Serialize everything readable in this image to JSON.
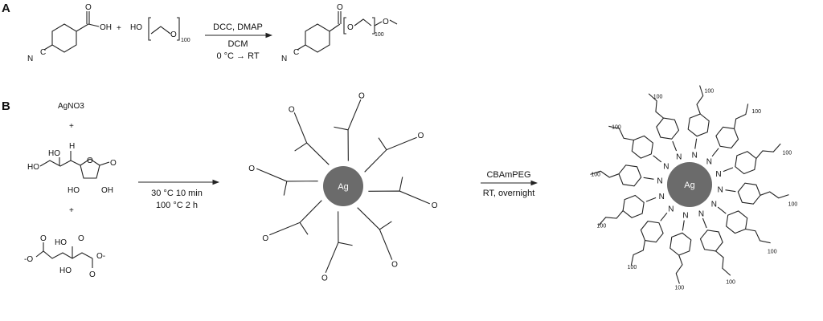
{
  "panels": {
    "a": "A",
    "b": "B"
  },
  "scheme_a": {
    "reactant1": {
      "acid_label": "OH",
      "nitrile_n": "N",
      "nitrile_c": "C",
      "carbonyl_o": "O"
    },
    "plus": "+",
    "reactant2": {
      "ho": "HO",
      "o": "O",
      "repeat": "100"
    },
    "conditions": [
      "DCC, DMAP",
      "DCM",
      "0 °C → RT"
    ],
    "product": {
      "nitrile_n": "N",
      "nitrile_c": "C",
      "carbonyl_o": "O",
      "o1": "O",
      "repeat": "100",
      "o2": "O"
    }
  },
  "scheme_b": {
    "reagent1": "AgNO3",
    "plus": "+",
    "ascorbic": {
      "ho1": "HO",
      "ho2": "HO",
      "h": "H",
      "ring_o": "O",
      "keto_o": "O",
      "ho3": "HO",
      "oh": "OH"
    },
    "citrate": {
      "o_minus1": "-O",
      "o1": "O",
      "ho": "HO",
      "o2": "O",
      "o_minus2": "O-",
      "ho2": "HO",
      "o3": "O"
    },
    "step1_conditions": [
      "30 °C 10 min",
      "100 °C 2 h"
    ],
    "nanoparticle_label": "Ag",
    "step2_conditions": [
      "CBAmPEG",
      "RT, overnight"
    ],
    "ligand_repeat": "100",
    "colors": {
      "silver": "#6b6b6b"
    }
  }
}
